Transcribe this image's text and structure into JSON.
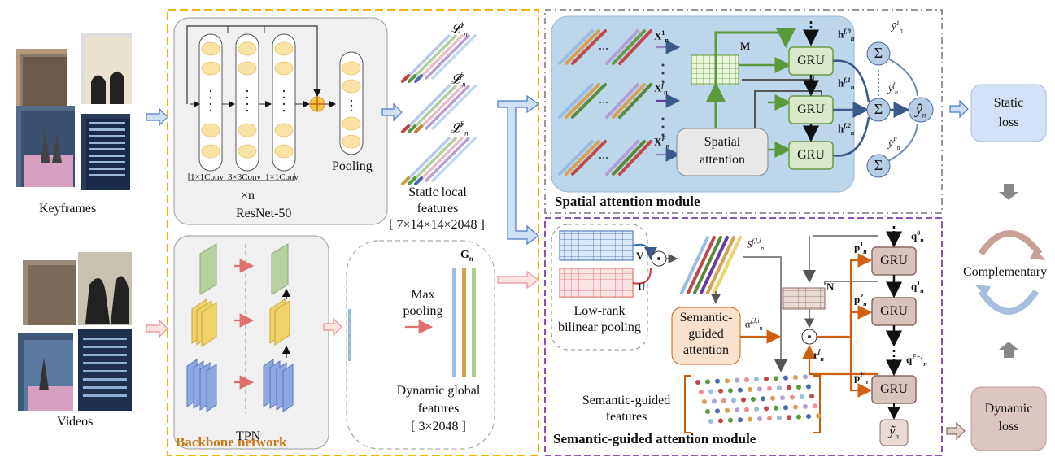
{
  "labels": {
    "keyframes": "Keyframes",
    "videos": "Videos",
    "conv1": "1×1Conv",
    "conv3": "3×3Conv",
    "conv1b": "1×1Conv",
    "times_n": "×n",
    "pooling": "Pooling",
    "resnet": "ResNet-50",
    "static_local_line1": "Static local",
    "static_local_line2": "features",
    "static_local_dims": "[ 7×14×14×2048 ]",
    "tpn": "TPN",
    "max_line1": "Max",
    "max_line2": "pooling",
    "dynamic_global_line1": "Dynamic global",
    "dynamic_global_line2": "features",
    "dynamic_global_dims": "[ 3×2048 ]",
    "backbone": "Backbone network",
    "spatial_module": "Spatial attention module",
    "spatial_attention_line1": "Spatial",
    "spatial_attention_line2": "attention",
    "gru": "GRU",
    "M": "M",
    "N": "N",
    "V": "V",
    "U": "U",
    "lowrank_line1": "Low-rank",
    "lowrank_line2": "bilinear pooling",
    "sga_line1": "Semantic-",
    "sga_line2": "guided",
    "sga_line3": "attention",
    "sgf_line1": "Semantic-guided",
    "sgf_line2": "features",
    "semantic_module": "Semantic-guided attention module",
    "static_loss_line1": "Static",
    "static_loss_line2": "loss",
    "dynamic_loss_line1": "Dynamic",
    "dynamic_loss_line2": "loss",
    "complementary": "Complementary",
    "sigma": "Σ",
    "odot": "⊙"
  },
  "colors": {
    "backbone_border": "#f0b400",
    "backbone_text": "#c8781a",
    "spatial_bg": "#bcd6ec",
    "spatial_border": "#777777",
    "semantic_border": "#7b3fa0",
    "gru_fill": "#d8e8c8",
    "gru_border": "#6a9a40",
    "gru2_fill": "#d9c3bd",
    "gru2_border": "#8a6a60",
    "static_loss": "#d4e1f6",
    "dynamic_loss": "#dcc6c2",
    "arrow_blue": "#4a7ac0",
    "arrow_pink": "#e89090",
    "orange_arrow": "#d06010",
    "green_arrow": "#5a9a3a"
  }
}
